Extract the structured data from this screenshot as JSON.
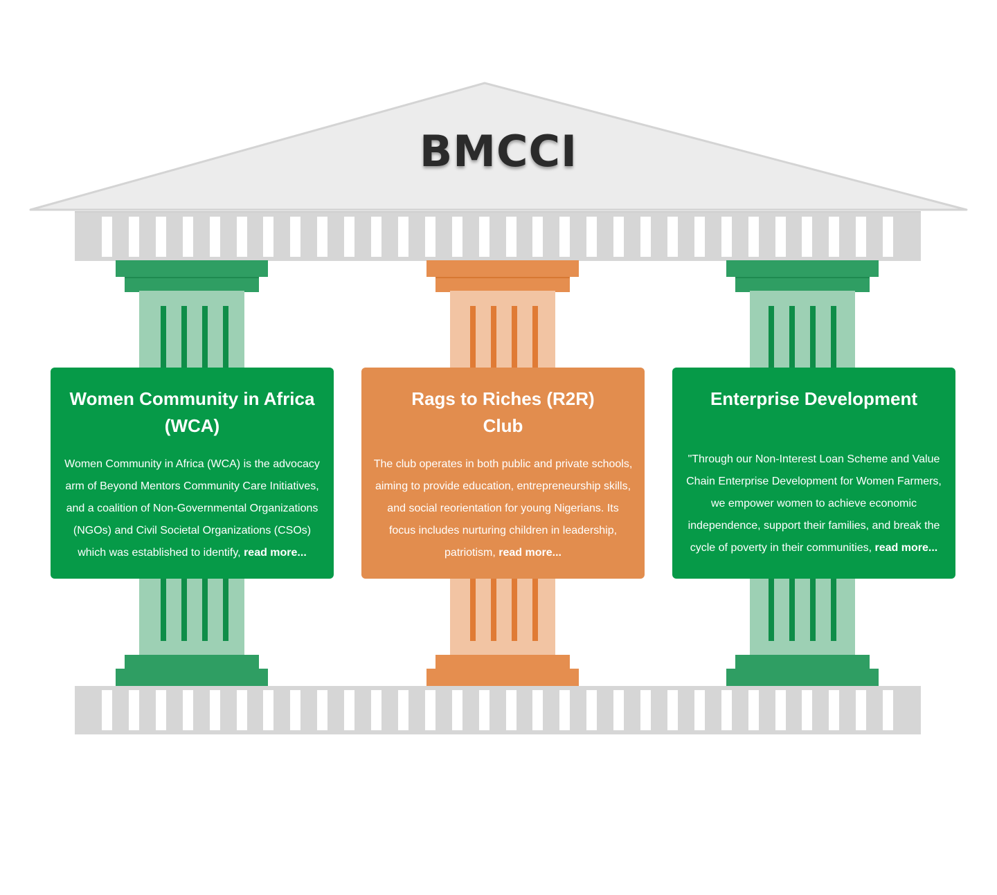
{
  "header": {
    "title": "BMCCI"
  },
  "colors": {
    "green": "#069a48",
    "green_light": "#9dd0b4",
    "green_cap": "#2f9e63",
    "orange": "#e28d4e",
    "orange_light": "#f2c4a3",
    "orange_cap": "#e58e4f",
    "stone": "#d6d6d6",
    "roof": "#ececec"
  },
  "pillars": [
    {
      "color": "green",
      "title": "Women Community in Africa (WCA)",
      "body": "Women Community in Africa (WCA) is the advocacy arm of Beyond Mentors Community Care Initiatives, and a coalition of Non-Governmental Organizations (NGOs) and Civil Societal Organizations (CSOs) which was established to identify,",
      "read_more": "read more..."
    },
    {
      "color": "orange",
      "title": "Rags to Riches (R2R) Club",
      "body": "The club operates in both public and private schools, aiming to provide education, entrepreneurship skills, and social reorientation for young Nigerians. Its focus includes nurturing children in leadership, patriotism,",
      "read_more": "read more..."
    },
    {
      "color": "green",
      "title": "Enterprise Development",
      "body": "\"Through our Non-Interest Loan Scheme and Value Chain Enterprise Development for Women Farmers, we empower women to achieve economic independence, support their families, and break the cycle of poverty in their communities,",
      "read_more": "read more..."
    }
  ]
}
